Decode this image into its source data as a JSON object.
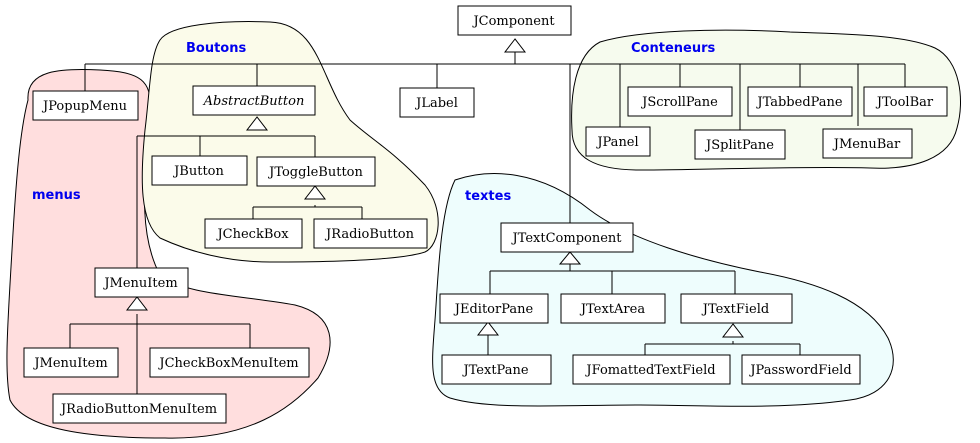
{
  "colors": {
    "title": "#0000ee",
    "menus_fill": "#ffdede",
    "boutons_fill": "#fbfbea",
    "conteneurs_fill": "#f6fbee",
    "textes_fill": "#eefdfd"
  },
  "groups": {
    "boutons": "Boutons",
    "conteneurs": "Conteneurs",
    "menus": "menus",
    "textes": "textes"
  },
  "classes": {
    "jcomponent": "JComponent",
    "jpopupmenu": "JPopupMenu",
    "abstractbutton": "AbstractButton",
    "jlabel": "JLabel",
    "jbutton": "JButton",
    "jtogglebutton": "JToggleButton",
    "jcheckbox": "JCheckBox",
    "jradiobutton": "JRadioButton",
    "jmenuitem_parent": "JMenuItem",
    "jmenuitem_child": "JMenuItem",
    "jcheckboxmenuitem": "JCheckBoxMenuItem",
    "jradiobuttonmenuitem": "JRadioButtonMenuItem",
    "jscrollpane": "JScrollPane",
    "jtabbedpane": "JTabbedPane",
    "jtoolbar": "JToolBar",
    "jpanel": "JPanel",
    "jsplitpane": "JSplitPane",
    "jmenubar": "JMenuBar",
    "jtextcomponent": "JTextComponent",
    "jeditorpane": "JEditorPane",
    "jtextarea": "JTextArea",
    "jtextfield": "JTextField",
    "jtextpane": "JTextPane",
    "jformattedtextfield": "JFomattedTextField",
    "jpasswordfield": "JPasswordField"
  }
}
